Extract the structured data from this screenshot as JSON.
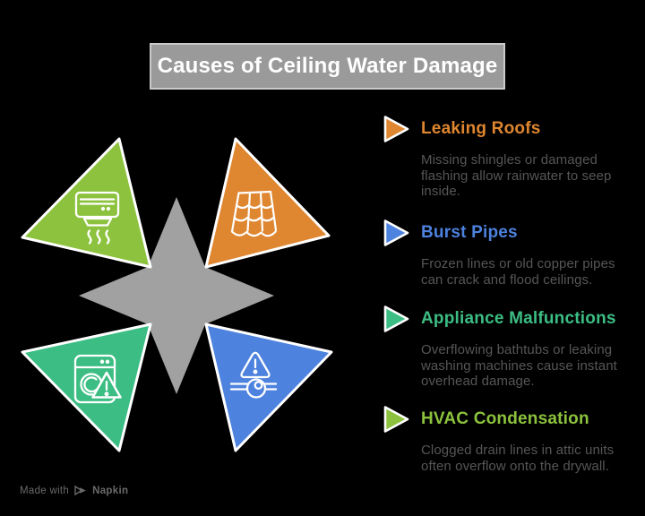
{
  "background": "#000000",
  "title": {
    "text": "Causes of Ceiling Water Damage",
    "bg": "#9a9a9a",
    "border": "#c9c9c9",
    "color": "#ffffff"
  },
  "diagram": {
    "center_color": "#a1a1a1",
    "outline_color": "#ffffff",
    "segments": [
      {
        "icon": "air-conditioner-icon",
        "color": "#8cc23d",
        "position": "top-left"
      },
      {
        "icon": "roof-tiles-icon",
        "color": "#df8630",
        "position": "top-right"
      },
      {
        "icon": "washing-machine-warning-icon",
        "color": "#3cbd83",
        "position": "bottom-left"
      },
      {
        "icon": "burst-pipe-warning-icon",
        "color": "#4d82de",
        "position": "bottom-right"
      }
    ]
  },
  "list": {
    "marker_icon": "right-triangle-icon",
    "text_color": "#565656",
    "items": [
      {
        "title": "Leaking Roofs",
        "color": "#df8630",
        "description": "Missing shingles or damaged flashing allow rainwater to seep inside."
      },
      {
        "title": "Burst Pipes",
        "color": "#4d82de",
        "description": "Frozen lines or old copper pipes can crack and flood ceilings."
      },
      {
        "title": "Appliance Malfunctions",
        "color": "#3cbd83",
        "description": "Overflowing bathtubs or leaking washing machines cause instant overhead damage."
      },
      {
        "title": "HVAC Condensation",
        "color": "#8cc23d",
        "description": "Clogged drain lines in attic units often overflow onto the drywall."
      }
    ]
  },
  "watermark": {
    "prefix": "Made with",
    "brand": "Napkin",
    "color": "#6a6a6a"
  }
}
